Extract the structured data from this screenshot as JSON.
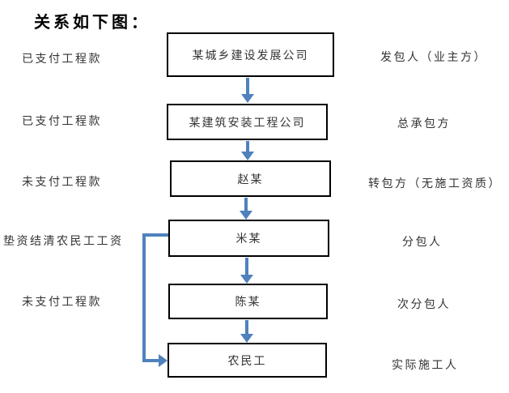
{
  "title": "关系如下图：",
  "flowchart": {
    "arrow_color": "#4f81bd",
    "border_color": "#000000",
    "nodes": [
      {
        "label": "某城乡建设发展公司",
        "left_label": "已支付工程款",
        "right_label": "发包人（业主方）"
      },
      {
        "label": "某建筑安装工程公司",
        "left_label": "已支付工程款",
        "right_label": "总承包方"
      },
      {
        "label": "赵某",
        "left_label": "未支付工程款",
        "right_label": "转包方（无施工资质）"
      },
      {
        "label": "米某",
        "left_label": "垫资结清农民工工资",
        "right_label": "分包人"
      },
      {
        "label": "陈某",
        "left_label": "未支付工程款",
        "right_label": "次分包人"
      },
      {
        "label": "农民工",
        "left_label": "",
        "right_label": "实际施工人"
      }
    ],
    "bypass_connector": {
      "from": "米某",
      "to": "农民工"
    }
  }
}
